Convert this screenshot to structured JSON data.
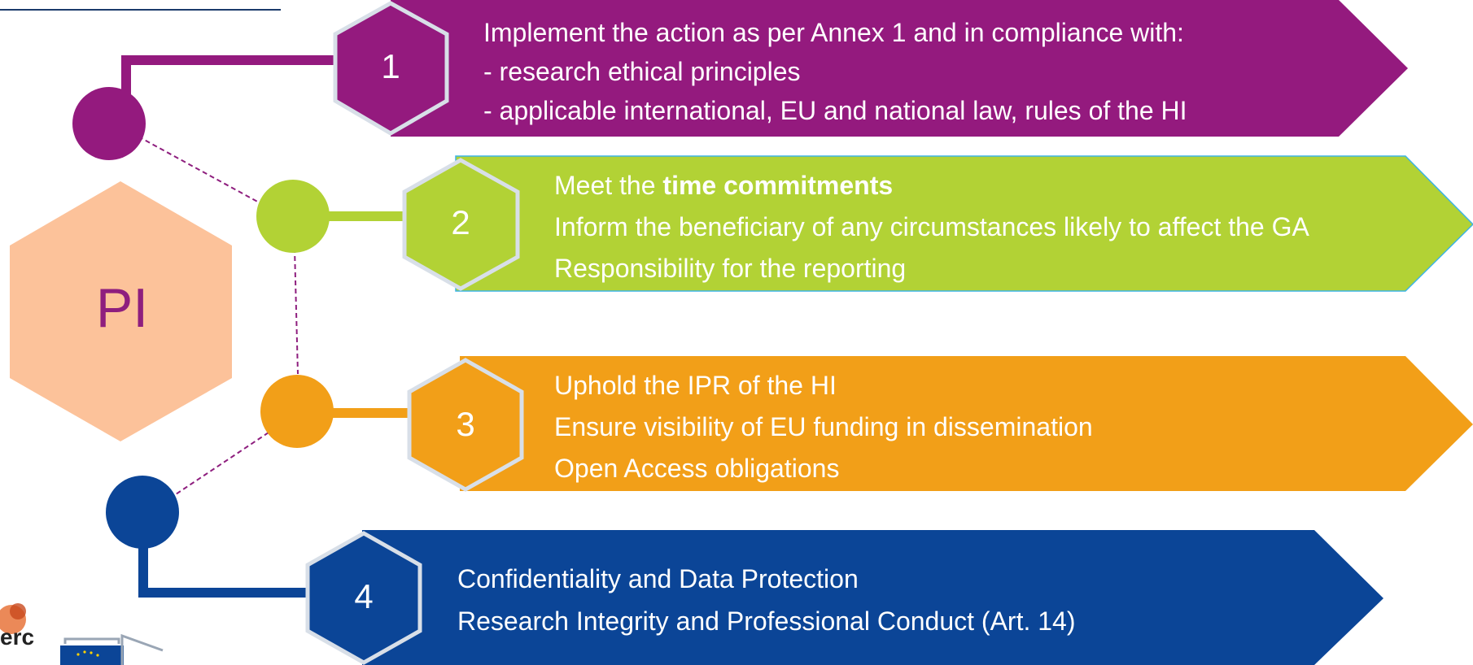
{
  "colors": {
    "purple": "#941a7e",
    "green": "#b2d235",
    "orange": "#f29f18",
    "blue": "#0b4597",
    "hex_border": "#d8dfe8",
    "pi_hex": "#fcc29a",
    "pi_text": "#8e1e7e"
  },
  "pi": {
    "label": "PI"
  },
  "steps": [
    {
      "number": "1",
      "lines": [
        {
          "text": "Implement the action as per Annex 1 and in compliance with:",
          "style": "normal"
        },
        {
          "text": "- research ethical principles",
          "style": "italic"
        },
        {
          "text": "- applicable international, EU and national law, rules of the HI",
          "style": "italic"
        }
      ]
    },
    {
      "number": "2",
      "lines": [
        {
          "prefix": "Meet the ",
          "bold": "time commitments"
        },
        {
          "text": "Inform the beneficiary of any circumstances likely to affect the GA"
        },
        {
          "text": "Responsibility for the reporting"
        }
      ]
    },
    {
      "number": "3",
      "lines": [
        {
          "text": "Uphold the IPR of the HI"
        },
        {
          "text": "Ensure visibility of EU funding in dissemination"
        },
        {
          "text": "Open Access obligations"
        }
      ]
    },
    {
      "number": "4",
      "lines": [
        {
          "text": "Confidentiality and Data Protection"
        },
        {
          "text": "Research Integrity and Professional Conduct (Art. 14)"
        }
      ]
    }
  ],
  "footer": {
    "logo_text": "erc",
    "logo_icon": "erc-logo-icon",
    "eu_logo_icon": "european-commission-logo-icon"
  }
}
